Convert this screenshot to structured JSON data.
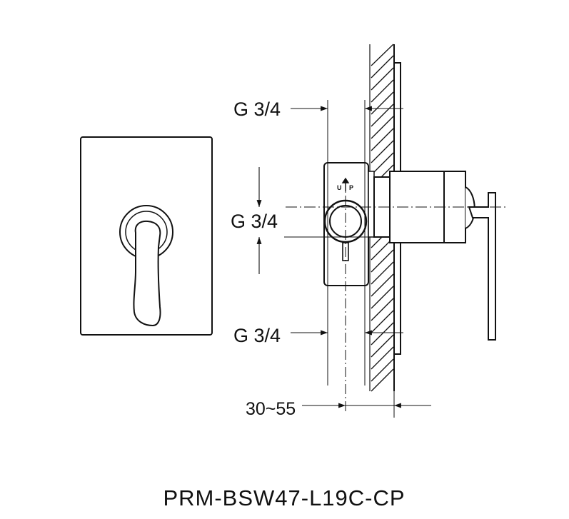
{
  "labels": {
    "top_thread": "G 3/4",
    "middle_thread": "G 3/4",
    "bottom_thread": "G 3/4",
    "depth_range": "30~55",
    "up_marker_u": "U",
    "up_marker_p": "P",
    "model_number": "PRM-BSW47-L19C-CP"
  },
  "colors": {
    "line": "#111111",
    "background": "#ffffff"
  }
}
